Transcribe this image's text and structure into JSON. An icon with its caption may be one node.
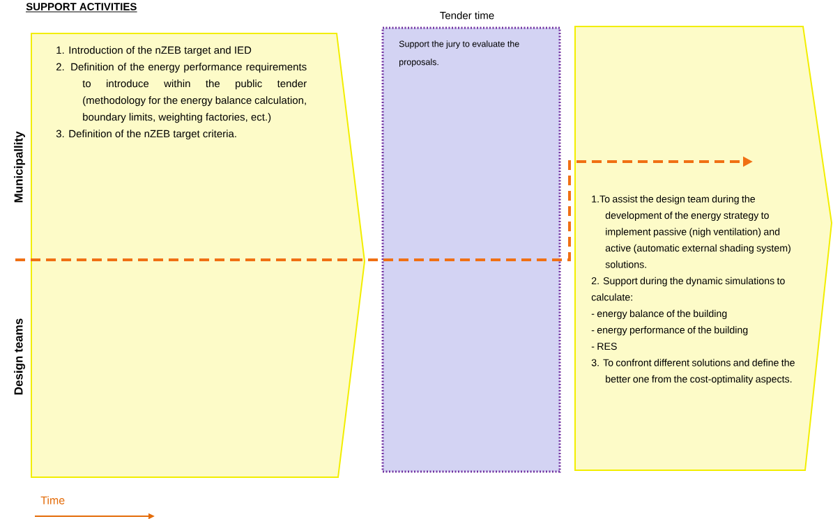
{
  "diagram": {
    "title": "SUPPORT ACTIVITIES",
    "nodes": [
      {
        "text": [
          "1. Introduction of the nZEB target and IED",
          "2. Definition of the energy performance requirements to introduce within the public tender (methodology for the energy balance calculation, boundary limits, weighting factories, ect.)",
          "3. Definition of the nZEB target criteria."
        ]
      },
      {
        "text": [
          "Support the jury to evaluate the proposals."
        ],
        "beside": [
          "Tender time"
        ]
      },
      {
        "text": [
          "1.To assist the design team during the development of the energy strategy to implement passive (nigh ventilation) and active (automatic external shading system) solutions.",
          "2. Support during the dynamic simulations to calculate:",
          "- energy balance of the building",
          "- energy performance of the building",
          "- RES",
          "3. To confront different solutions and define the better one from the cost-optimality aspects."
        ]
      }
    ],
    "labels": [
      "Municipallity",
      "Design teams",
      "Time"
    ]
  }
}
